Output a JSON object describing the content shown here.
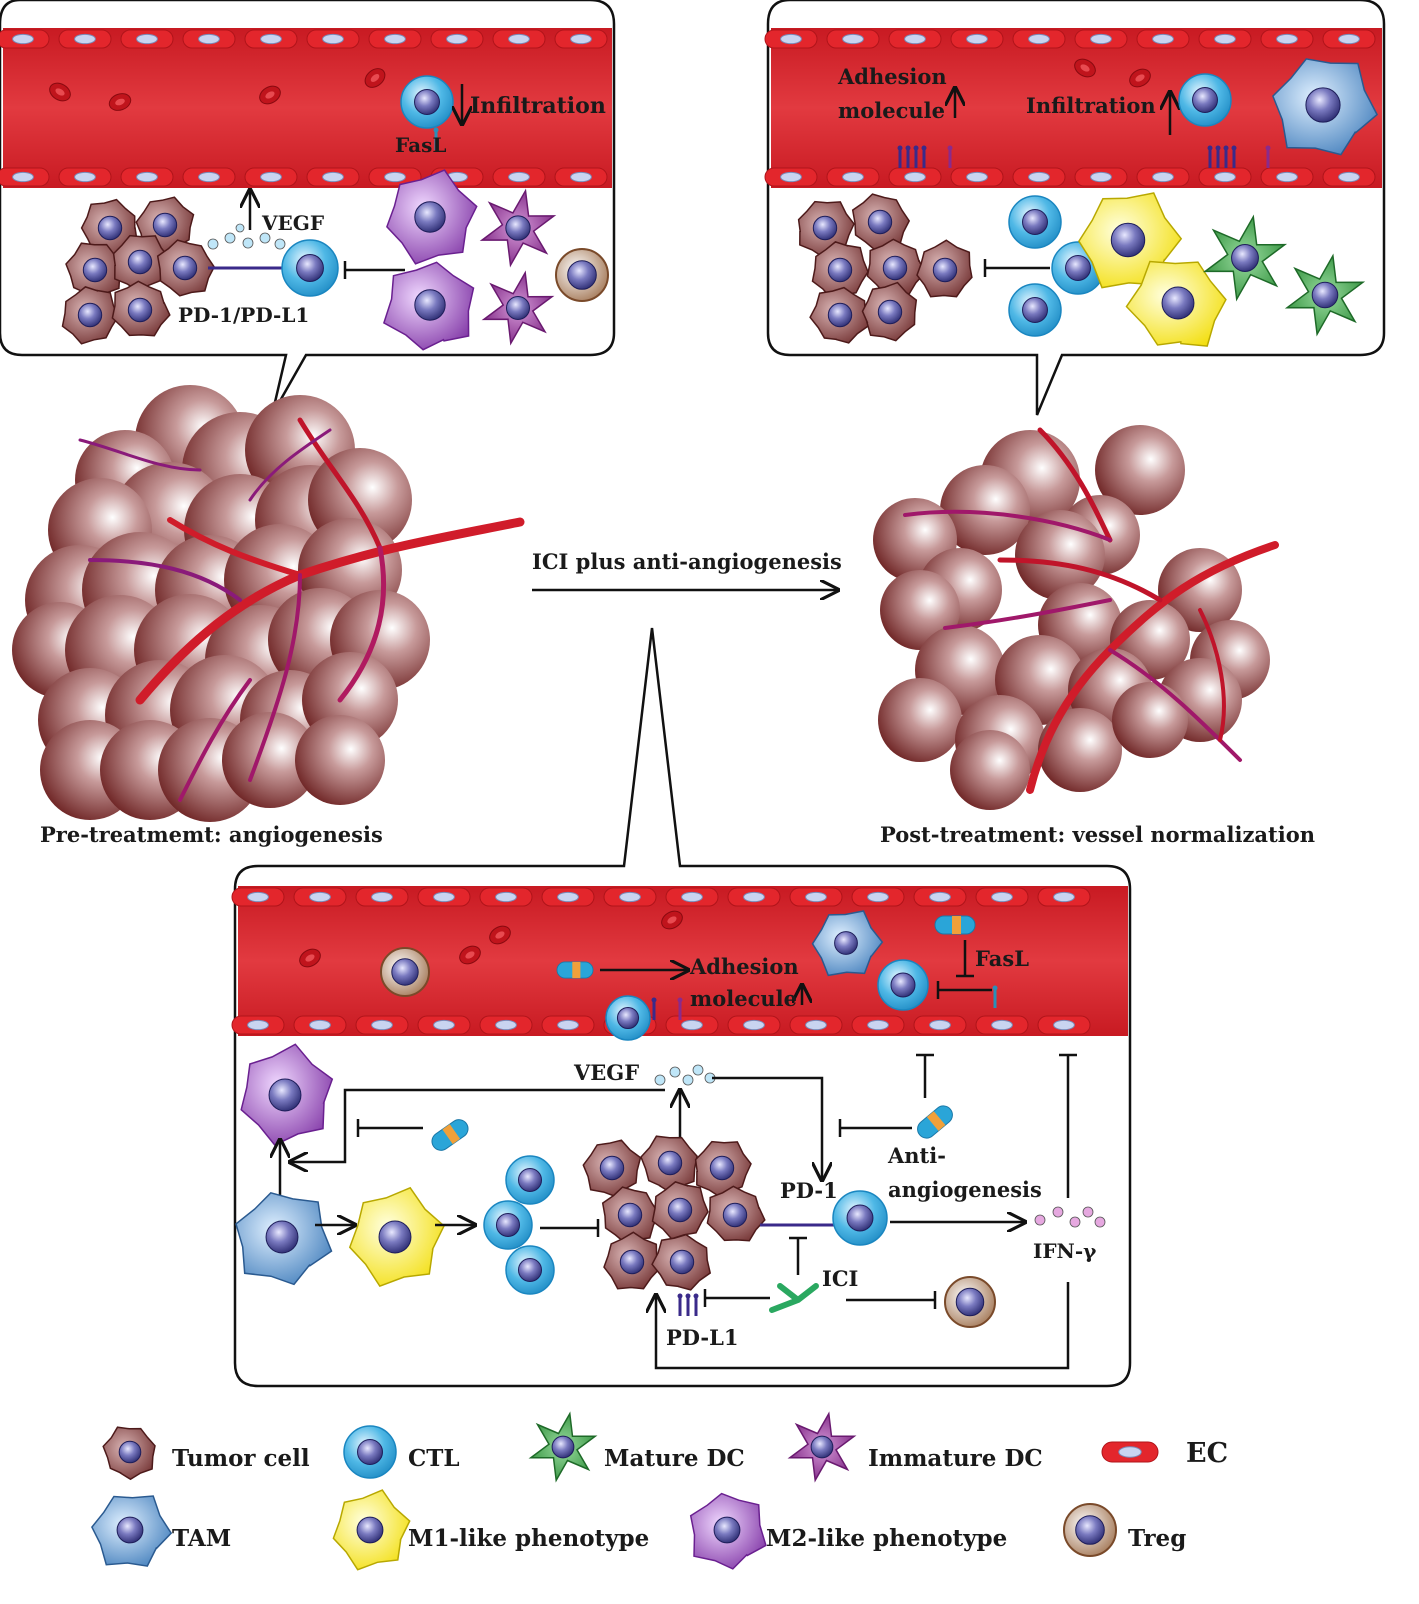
{
  "colors": {
    "vessel": "#d0202a",
    "vessel_dark": "#a01018",
    "tumor": "#8a3a3a",
    "ctl": "#35a9dc",
    "mature_dc": "#2f8f3a",
    "immature_dc": "#8a2a8c",
    "m1": "#f2e600",
    "m2": "#9a45b6",
    "tam": "#4f8fc6",
    "treg": "#9a6a45",
    "pill_blue": "#2aa5d8",
    "pill_orange": "#f0a03a",
    "antibody": "#2aa860",
    "nucleus": "#3b3b8a"
  },
  "panels": {
    "pre": {
      "labels": {
        "infiltration": "Infiltration",
        "fasl": "FasL",
        "vegf": "VEGF",
        "pd1_pdl1": "PD-1/PD-L1"
      },
      "icons": [
        "vessel",
        "rbc",
        "ctl-cell",
        "tumor-cell",
        "m2-macrophage",
        "immature-dc",
        "treg-cell"
      ]
    },
    "post": {
      "labels": {
        "adhesion_molecule": "Adhesion\nmolecule",
        "adhesion_line1": "Adhesion",
        "adhesion_line2": "molecule",
        "infiltration": "Infiltration"
      },
      "icons": [
        "vessel",
        "rbc",
        "ctl-cell",
        "tam-cell",
        "tumor-cell",
        "m1-macrophage",
        "mature-dc"
      ]
    },
    "mechanism": {
      "labels": {
        "adhesion_line1": "Adhesion",
        "adhesion_line2": "molecule",
        "fasl": "FasL",
        "vegf": "VEGF",
        "pd1": "PD-1",
        "anti_line1": "Anti-",
        "anti_line2": "angiogenesis",
        "ifn": "IFN-γ",
        "ici": "ICI",
        "pdl1": "PD-L1"
      }
    }
  },
  "tumors": {
    "pre_caption": "Pre-treatmemt: angiogenesis",
    "post_caption": "Post-treatment: vessel normalization",
    "transition_label": "ICI plus anti-angiogenesis"
  },
  "legend": [
    {
      "icon": "tumor-cell-icon",
      "label": "Tumor cell"
    },
    {
      "icon": "ctl-icon",
      "label": "CTL"
    },
    {
      "icon": "mature-dc-icon",
      "label": "Mature DC"
    },
    {
      "icon": "immature-dc-icon",
      "label": "Immature DC"
    },
    {
      "icon": "ec-icon",
      "label": "EC"
    },
    {
      "icon": "tam-icon",
      "label": "TAM"
    },
    {
      "icon": "m1-icon",
      "label": "M1-like phenotype"
    },
    {
      "icon": "m2-icon",
      "label": "M2-like phenotype"
    },
    {
      "icon": "treg-icon",
      "label": "Treg"
    }
  ]
}
